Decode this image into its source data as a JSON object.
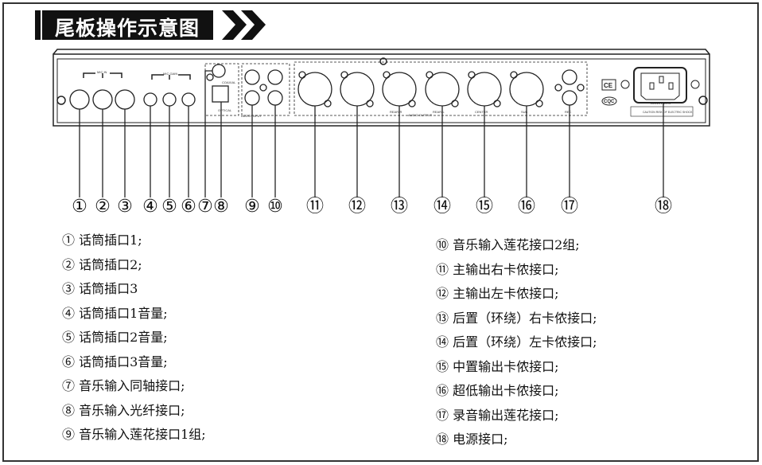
{
  "title": "尾板操作示意图",
  "panel_labels": {
    "mic_in": "MIC IN",
    "mic_gain": "MIC GAIN",
    "coaxial": "COAXIAL",
    "optical": "OPTICAL",
    "audio_input": "AUDIO INPUT",
    "audio_output": "AUDIO OUTPUT",
    "rear_r": "REAR-R",
    "rear_l": "REAR-L",
    "center": "CENTER",
    "sub": "SUB",
    "rec": "REC",
    "ce": "CE",
    "cqc": "CQC",
    "power": "AC220V/50Hz",
    "caution": "CAUTION RISK OF ELECTRIC SHOCK"
  },
  "callouts": [
    "①",
    "②",
    "③",
    "④",
    "⑤",
    "⑥",
    "⑦",
    "⑧",
    "⑨",
    "⑩",
    "⑪",
    "⑫",
    "⑬",
    "⑭",
    "⑮",
    "⑯",
    "⑰",
    "⑱"
  ],
  "legend_left": [
    "① 话筒插口1;",
    "② 话筒插口2;",
    "③ 话筒插口3",
    "④ 话筒插口1音量;",
    "⑤ 话筒插口2音量;",
    "⑥ 话筒插口3音量;",
    "⑦ 音乐输入同轴接口;",
    "⑧ 音乐输入光纤接口;",
    "⑨ 音乐输入莲花接口1组;"
  ],
  "legend_right": [
    "⑩ 音乐输入莲花接口2组;",
    "⑪ 主输出右卡侬接口;",
    "⑫ 主输出左卡侬接口;",
    "⑬ 后置（环绕）右卡侬接口;",
    "⑭ 后置（环绕）左卡侬接口;",
    "⑮ 中置输出卡侬接口;",
    "⑯ 超低输出卡侬接口;",
    "⑰ 录音输出莲花接口;",
    "⑱ 电源接口;"
  ]
}
